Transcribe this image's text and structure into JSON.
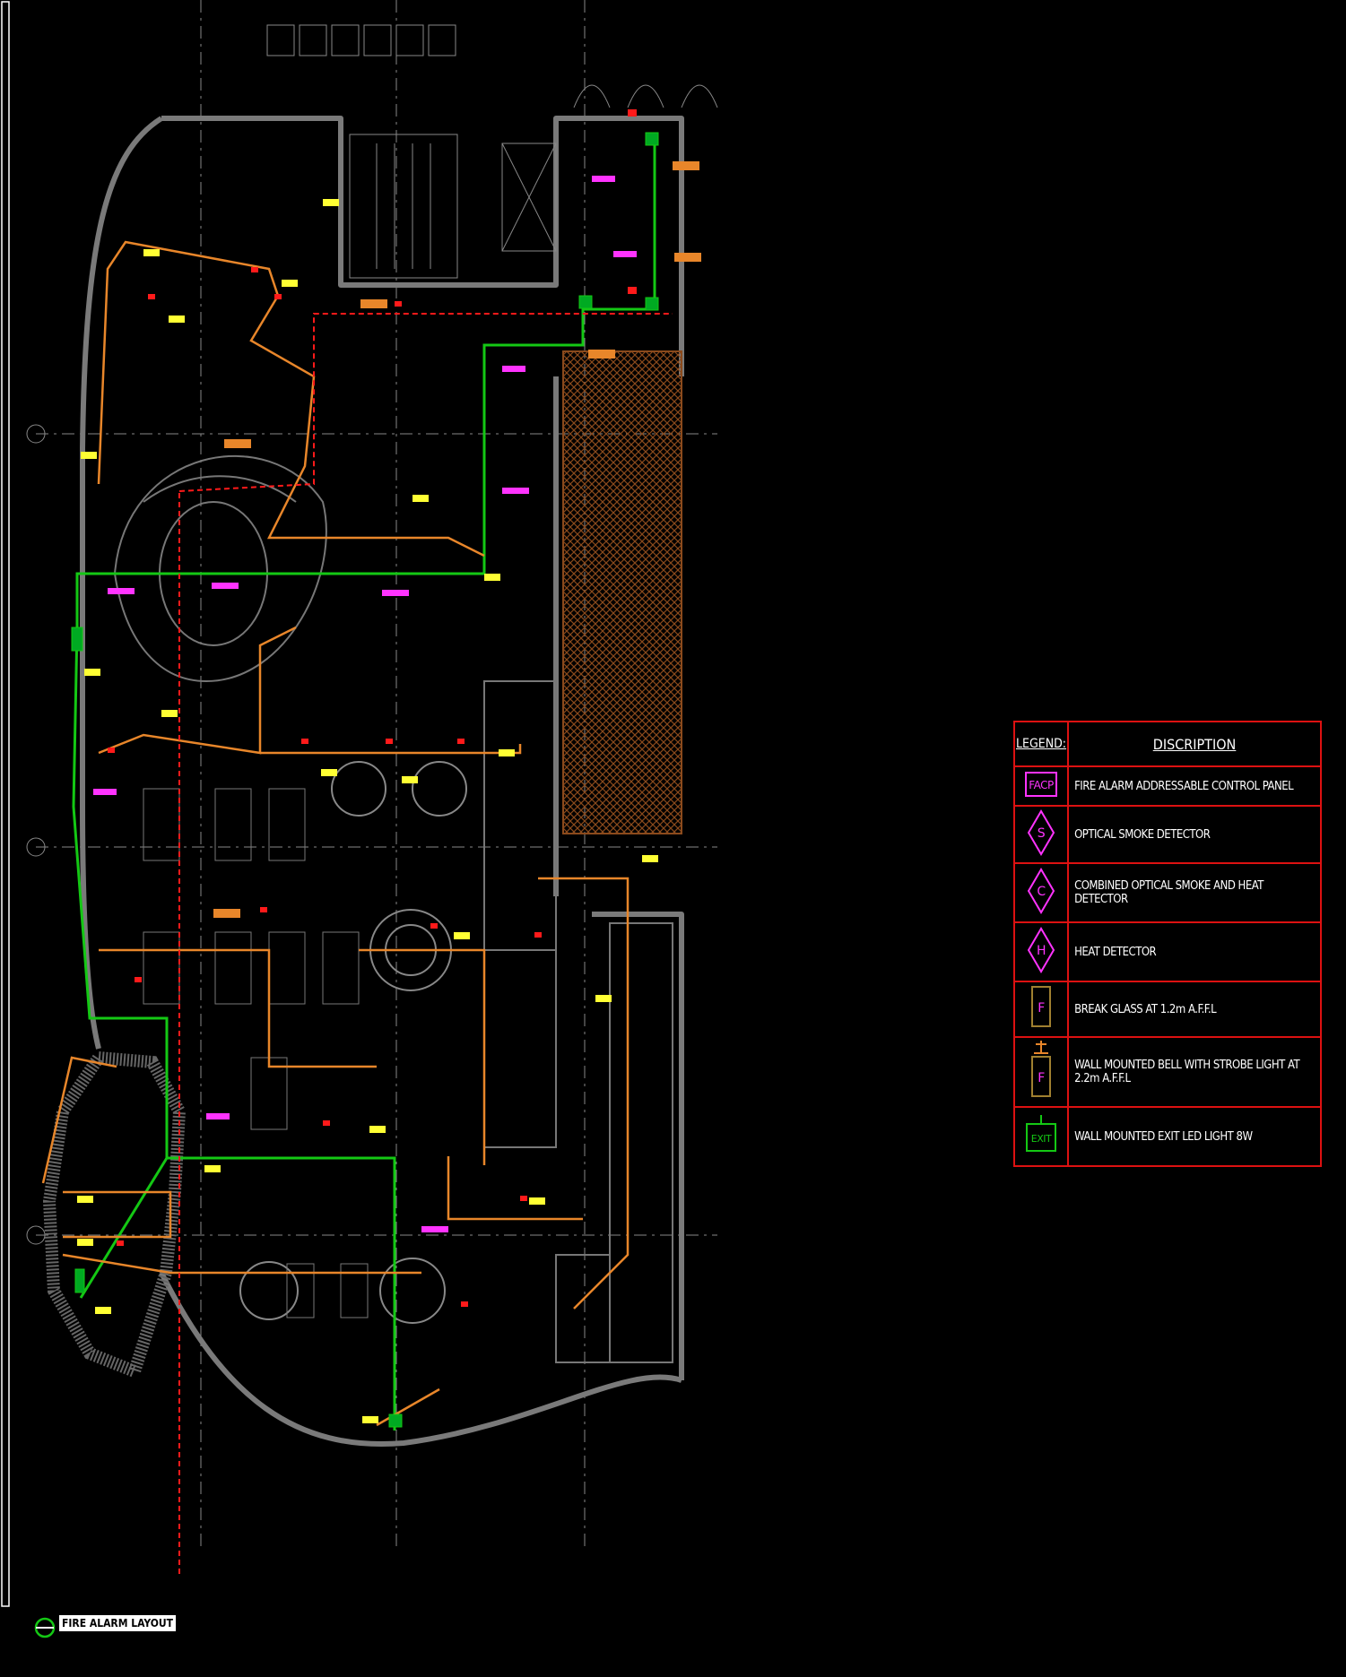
{
  "legend": {
    "header_legend": "LEGEND:",
    "header_description": "DISCRIPTION",
    "rows": [
      {
        "symbol_text": "FACP",
        "icon": "facp-panel-icon",
        "label": "FIRE ALARM ADDRESSABLE CONTROL PANEL"
      },
      {
        "symbol_text": "S",
        "icon": "smoke-detector-icon",
        "label": "OPTICAL SMOKE DETECTOR"
      },
      {
        "symbol_text": "C",
        "icon": "combined-detector-icon",
        "label": "COMBINED OPTICAL SMOKE AND HEAT DETECTOR"
      },
      {
        "symbol_text": "H",
        "icon": "heat-detector-icon",
        "label": "HEAT DETECTOR"
      },
      {
        "symbol_text": "F",
        "icon": "break-glass-icon",
        "label": "BREAK GLASS AT 1.2m A.F.F.L"
      },
      {
        "symbol_text": "F",
        "icon": "bell-strobe-icon",
        "label": "WALL MOUNTED BELL WITH STROBE LIGHT AT 2.2m A.F.F.L"
      },
      {
        "symbol_text": "EXIT",
        "icon": "exit-light-icon",
        "label": "WALL MOUNTED EXIT LED LIGHT 8W"
      }
    ]
  },
  "title_block": {
    "text": "FIRE ALARM LAYOUT"
  },
  "colors": {
    "walls": "#7a7a7a",
    "fire_wiring": "#e8862a",
    "loop_cable": "#14c814",
    "device_red": "#ff1a1a",
    "label_yellow": "#ffff33",
    "label_magenta": "#ff33ff",
    "legend_border": "#dd1111",
    "hatch_brown": "#8b4a1c"
  }
}
